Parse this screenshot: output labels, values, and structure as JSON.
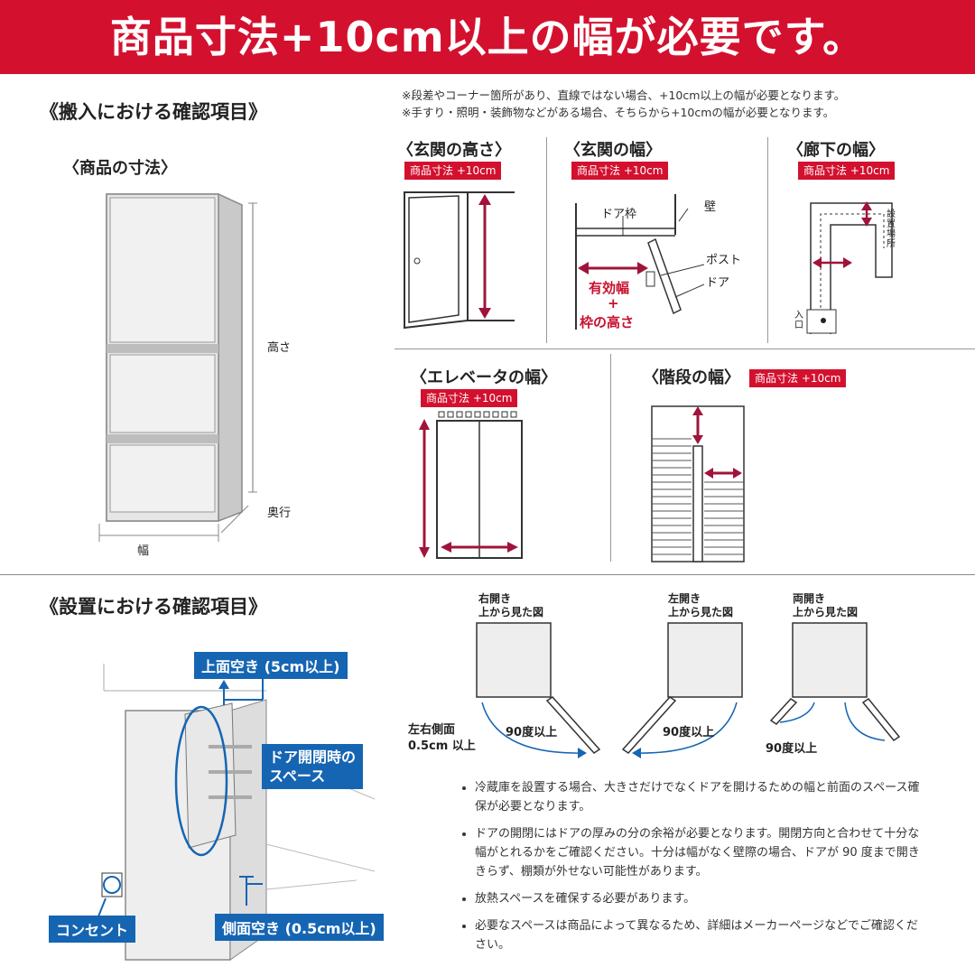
{
  "banner": {
    "title": "商品寸法+10cm以上の幅が必要です。"
  },
  "delivery": {
    "title": "《搬入における確認項目》",
    "notes": [
      "※段差やコーナー箇所があり、直線ではない場合、+10cm以上の幅が必要となります。",
      "※手すり・照明・装飾物などがある場合、そちらから+10cmの幅が必要となります。"
    ],
    "product_dims": {
      "title": "〈商品の寸法〉",
      "height_label": "高さ",
      "depth_label": "奥行",
      "width_label": "幅"
    },
    "entrance_height": {
      "title": "〈玄関の高さ〉",
      "tag": "商品寸法 +10cm"
    },
    "entrance_width": {
      "title": "〈玄関の幅〉",
      "tag": "商品寸法 +10cm",
      "door_frame": "ドア枠",
      "wall": "壁",
      "post": "ポスト",
      "door": "ドア",
      "effective_width": "有効幅",
      "plus": "+",
      "frame_height": "枠の高さ"
    },
    "hallway": {
      "title": "〈廊下の幅〉",
      "tag": "商品寸法 +10cm",
      "install_place": "設置場所",
      "entrance": "入口"
    },
    "elevator": {
      "title": "〈エレベータの幅〉",
      "tag": "商品寸法 +10cm"
    },
    "stairs": {
      "title": "〈階段の幅〉",
      "tag": "商品寸法 +10cm"
    }
  },
  "install": {
    "title": "《設置における確認項目》",
    "top_space": "上面空き (5cm以上)",
    "door_space_line1": "ドア開閉時の",
    "door_space_line2": "スペース",
    "outlet": "コンセント",
    "side_space": "側面空き (0.5cm以上)",
    "right_open": {
      "line1": "右開き",
      "line2": "上から見た図",
      "angle": "90度以上"
    },
    "left_open": {
      "line1": "左開き",
      "line2": "上から見た図",
      "angle": "90度以上"
    },
    "double_open": {
      "line1": "両開き",
      "line2": "上から見た図",
      "angle": "90度以上"
    },
    "side_gap_line1": "左右側面",
    "side_gap_line2": "0.5cm 以上",
    "notes": [
      "冷蔵庫を設置する場合、大きさだけでなくドアを開けるための幅と前面のスペース確保が必要となります。",
      "ドアの開閉にはドアの厚みの分の余裕が必要となります。開閉方向と合わせて十分な幅がとれるかをご確認ください。十分は幅がなく壁際の場合、ドアが 90 度まで開ききらず、棚類が外せない可能性があります。",
      "放熱スペースを確保する必要があります。",
      "必要なスペースは商品によって異なるため、詳細はメーカーページなどでご確認ください。"
    ]
  },
  "colors": {
    "brand_red": "#d3112f",
    "accent_blue": "#1565b3"
  }
}
